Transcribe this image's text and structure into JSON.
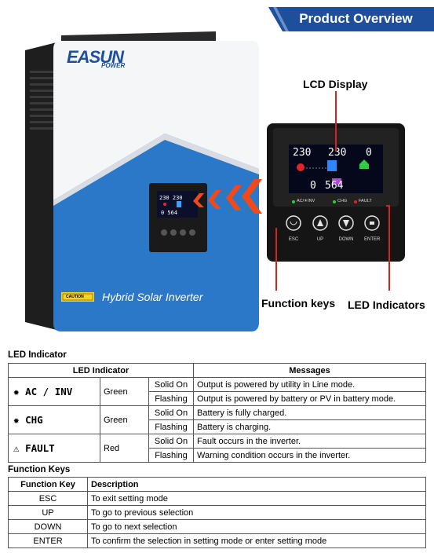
{
  "header": {
    "title": "Product Overview"
  },
  "brand": {
    "logo_text": "EASUN",
    "logo_sub": "POWER"
  },
  "device": {
    "product_name": "Hybrid Solar Inverter",
    "caution_label": "CAUTION",
    "lcd": {
      "in_voltage": "230",
      "out_voltage": "230",
      "load": "0",
      "bottom_left": "0",
      "bottom_right": "564"
    },
    "leds": [
      {
        "name": "AC/INV",
        "label": "AC/☀INV"
      },
      {
        "name": "CHG",
        "label": "CHG"
      },
      {
        "name": "FAULT",
        "label": "FAULT"
      }
    ],
    "keys": [
      "ESC",
      "UP",
      "DOWN",
      "ENTER"
    ]
  },
  "callouts": {
    "lcd_display": "LCD Display",
    "function_keys": "Function keys",
    "led_indicators": "LED Indicators"
  },
  "led_table": {
    "section_title": "LED Indicator",
    "header_indicator": "LED Indicator",
    "header_messages": "Messages",
    "groups": [
      {
        "indicator": "AC / INV",
        "color": "Green",
        "rows": [
          {
            "state": "Solid On",
            "message": "Output is powered by utility in Line mode."
          },
          {
            "state": "Flashing",
            "message": "Output is powered by battery or PV in battery mode."
          }
        ]
      },
      {
        "indicator": "CHG",
        "color": "Green",
        "rows": [
          {
            "state": "Solid On",
            "message": "Battery is fully charged."
          },
          {
            "state": "Flashing",
            "message": "Battery is charging."
          }
        ]
      },
      {
        "indicator": "FAULT",
        "color": "Red",
        "rows": [
          {
            "state": "Solid On",
            "message": "Fault occurs in the inverter."
          },
          {
            "state": "Flashing",
            "message": "Warning condition occurs in the inverter."
          }
        ]
      }
    ]
  },
  "function_keys_table": {
    "section_title": "Function Keys",
    "header_key": "Function Key",
    "header_desc": "Description",
    "rows": [
      {
        "key": "ESC",
        "description": "To exit setting mode"
      },
      {
        "key": "UP",
        "description": "To go to previous selection"
      },
      {
        "key": "DOWN",
        "description": "To go to next selection"
      },
      {
        "key": "ENTER",
        "description": "To confirm the selection in setting mode or enter setting mode"
      }
    ]
  },
  "colors": {
    "banner": "#1d4f9c",
    "device_blue": "#2b78c9",
    "callout_line": "#d8201f",
    "arrow": "#f04a1a"
  }
}
